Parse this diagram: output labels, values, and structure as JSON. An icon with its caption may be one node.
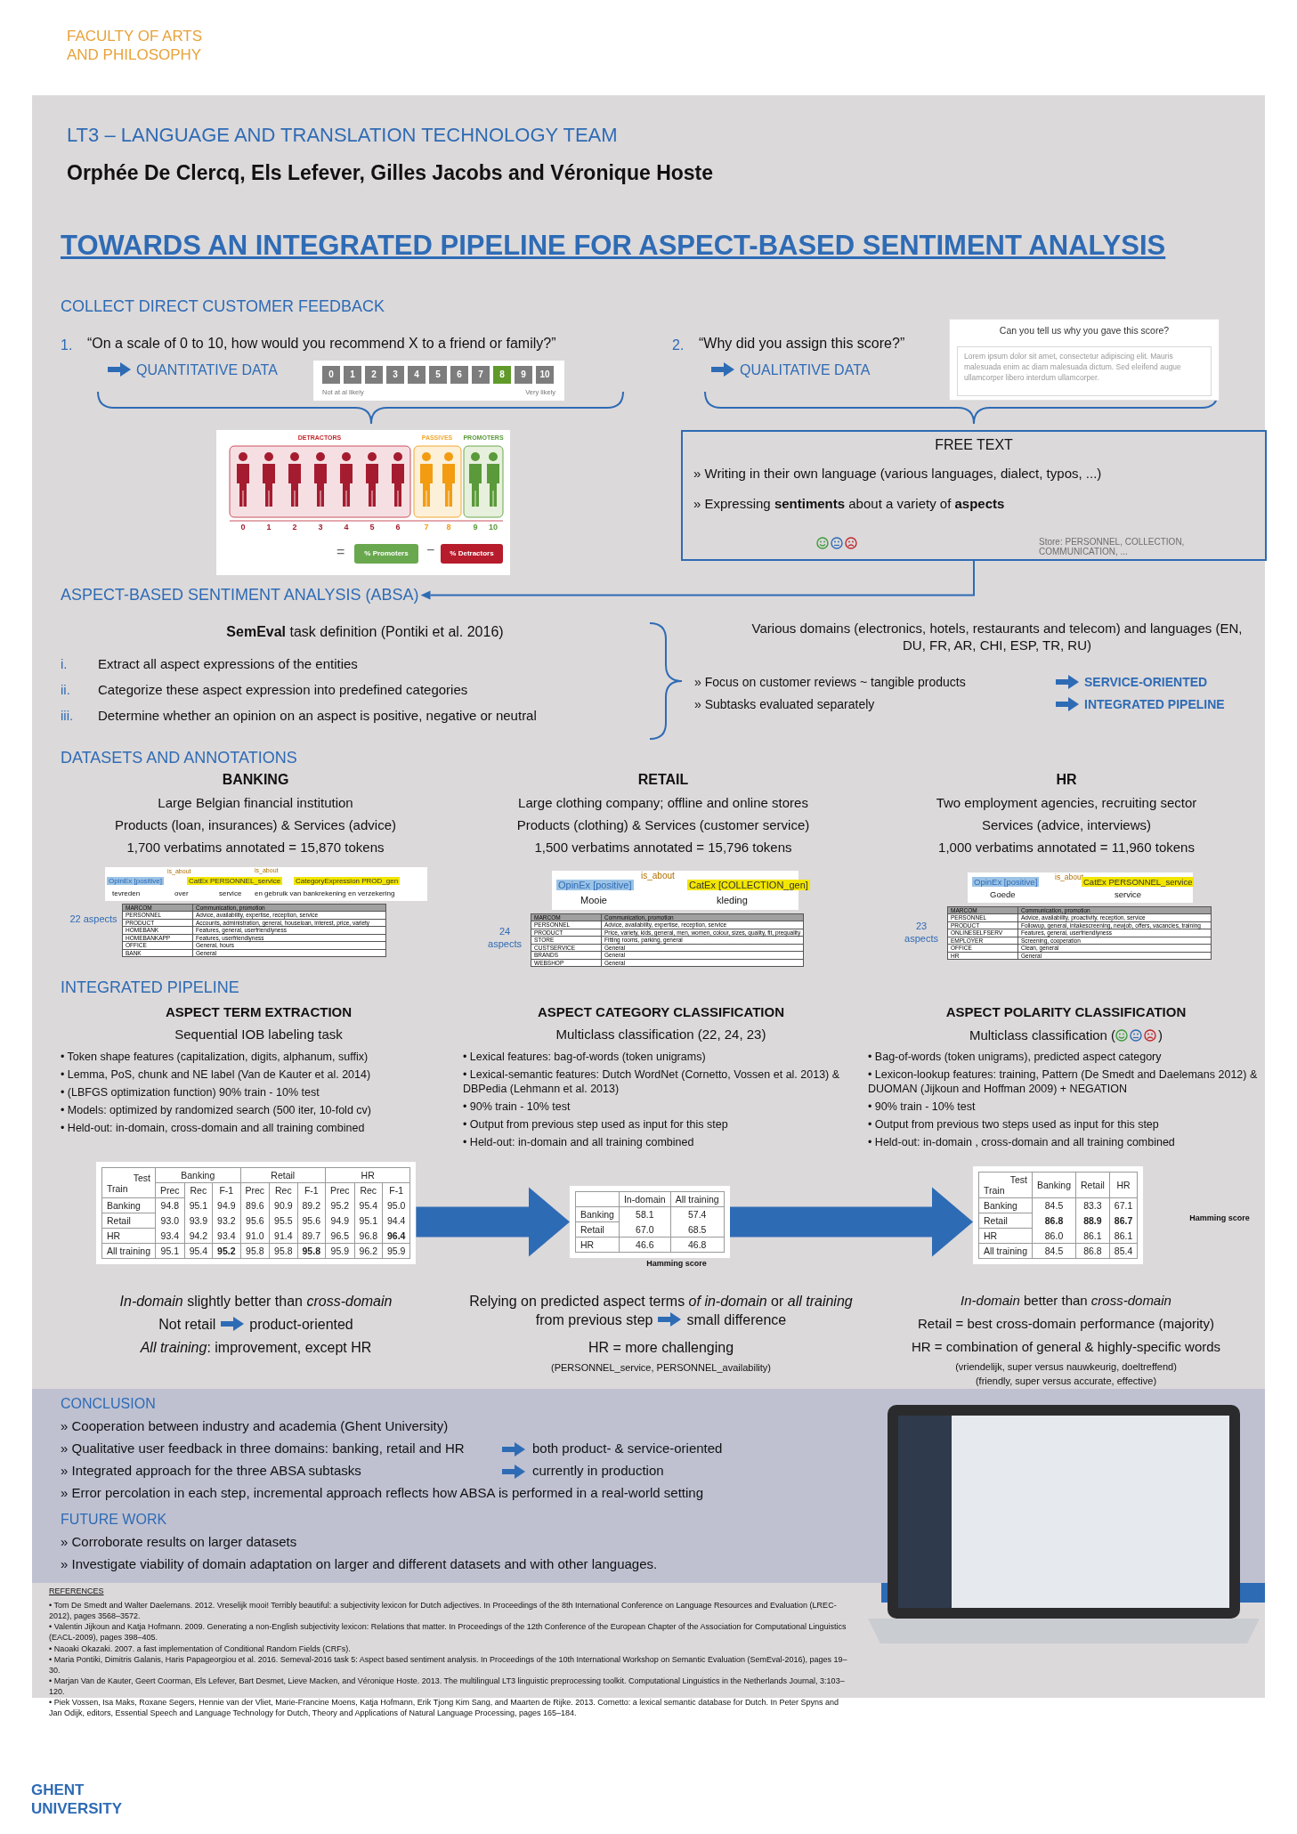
{
  "diagram": {
    "title": "TOWARDS AN INTEGRATED PIPELINE FOR ASPECT-BASED SENTIMENT ANALYSIS",
    "nodes": [
      {
        "text": [
          "0",
          "1",
          "2",
          "3",
          "4",
          "5",
          "6",
          "7",
          "8",
          "9",
          "10",
          "Not at al likely",
          "Very likely"
        ]
      },
      {
        "text": [
          "Can you tell us why you gave this score?"
        ]
      },
      {
        "text": [
          "Lorem ipsum dolor sit amet, consectetur adipiscing elit. Mauris malesuada enim ac diam malesuada dictum. Sed eleifend augue ullamcorper libero interdum ullamcorper."
        ],
        "in": 1
      },
      {
        "text": [
          "DETRACTORS",
          "PASSIVES",
          "PROMOTERS",
          "0",
          "1",
          "2",
          "3",
          "4",
          "5",
          "6",
          "7",
          "8",
          "9",
          "10",
          "=",
          "% Promoters",
          "−",
          "% Detractors"
        ]
      },
      {
        "text": [
          "FREE TEXT",
          "» Writing in their own language (various languages, dialect, typos, ...)",
          "» Expressing **sentiments** about a variety of **aspects**",
          "Store: PERSONNEL, COLLECTION, COMMUNICATION, ..."
        ]
      },
      {
        "text": [
          "ASPECT-BASED SENTIMENT ANALYSIS (ABSA)"
        ]
      },
      {
        "text": [
          "is_about",
          "is_about",
          "OpinEx [positive]",
          "CatEx PERSONNEL_service",
          "CategoryExpression PROD_gen",
          "tevreden",
          "over",
          "service",
          "en gebruik van bankrekening en verzekering"
        ]
      },
      {
        "text": [
          "MARCOM",
          "Communication, promotion",
          "PERSONNEL",
          "Advice, availability, expertise, reception, service",
          "PRODUCT",
          "Accounts, administration, general, houseloan, interest, price, variety",
          "HOMEBANK",
          "Features, general, userfriendlyness",
          "HOMEBANKAPP",
          "Features, userfriendlyness",
          "OFFICE",
          "General, hours",
          "BANK",
          "General"
        ]
      },
      {
        "text": [
          "is_about",
          "OpinEx [positive]",
          "CatEx [COLLECTION_gen]",
          "Mooie",
          "kleding"
        ]
      },
      {
        "text": [
          "MARCOM",
          "Communication, promotion",
          "PERSONNEL",
          "Advice, availability, expertise, reception, service",
          "PRODUCT",
          "Price, variety, kids, general, men, women, colour, sizes, quality, fit, prequality",
          "STORE",
          "Fitting rooms, parking, general",
          "CUSTSERVICE",
          "General",
          "BRANDS",
          "General",
          "WEBSHOP",
          "General"
        ]
      },
      {
        "text": [
          "is_about",
          "OpinEx [positive]",
          "CatEx PERSONNEL_service",
          "Goede",
          "service"
        ]
      },
      {
        "text": [
          "MARCOM",
          "Communication, promotion",
          "PERSONNEL",
          "Advice, availability, proactivity, reception, service",
          "PRODUCT",
          "Followup, general, intakescreening, newjob, offers, vacancies, training",
          "ONLINESELFSERV",
          "Features, general, userfriendlyness",
          "EMPLOYER",
          "Screening, cooperation",
          "OFFICE",
          "Clean, general",
          "HR",
          "General"
        ]
      },
      {
        "text": [
          "Test",
          "Train",
          "Banking",
          "Retail",
          "HR",
          "Prec",
          "Rec",
          "F-1",
          "Prec",
          "Rec",
          "F-1",
          "Prec",
          "Rec",
          "F-1",
          "Banking",
          "94.8",
          "95.1",
          "94.9",
          "89.6",
          "90.9",
          "89.2",
          "95.2",
          "95.4",
          "95.0",
          "Retail",
          "93.0",
          "93.9",
          "93.2",
          "95.6",
          "95.5",
          "95.6",
          "94.9",
          "95.1",
          "94.4",
          "HR",
          "93.4",
          "94.2",
          "93.4",
          "91.0",
          "91.4",
          "89.7",
          "96.5",
          "96.8",
          "**96.4**",
          "All training",
          "95.1",
          "95.4",
          "**95.2**",
          "95.8",
          "95.8",
          "**95.8**",
          "95.9",
          "96.2",
          "95.9"
        ]
      },
      {
        "text": [
          "In-domain",
          "All training",
          "Banking",
          "58.1",
          "57.4",
          "Retail",
          "67.0",
          "68.5",
          "HR",
          "46.6",
          "46.8"
        ]
      },
      {
        "text": [
          "Test",
          "Train",
          "Banking",
          "Retail",
          "HR",
          "Banking",
          "84.5",
          "83.3",
          "67.1",
          "Retail",
          "**86.8**",
          "**88.9**",
          "**86.7**",
          "HR",
          "86.0",
          "86.1",
          "86.1",
          "All training",
          "84.5",
          "86.8",
          "85.4"
        ]
      },
      {
        "text": [
          "CONCLUSION",
          "» Cooperation between industry and academia (Ghent University)",
          "» Qualitative user feedback in three domains: banking, retail and HR",
          "both product- & service-oriented",
          "» Integrated approach for the three ABSA subtasks",
          "currently in production",
          "» Error percolation in each step, incremental approach reflects how ABSA is performed in a real-world setting",
          "FUTURE WORK",
          "» Corroborate results on larger datasets",
          "» Investigate viability of domain adaptation on larger and different datasets and with other languages."
        ]
      },
      {
        "text": [],
        "shape": "picture"
      }
    ],
    "edges": [
      {
        "from": 4,
        "to": 5,
        "arrow": "to"
      },
      {
        "from": 12,
        "to": 13,
        "arrow": "to"
      },
      {
        "from": 13,
        "to": 14,
        "arrow": "to"
      }
    ],
    "labels": [
      "FACULTY OF ARTS AND PHILOSOPHY",
      "LT3 – LANGUAGE AND TRANSLATION TECHNOLOGY TEAM",
      "Orphée De Clercq, Els Lefever, Gilles Jacobs and Véronique Hoste",
      "COLLECT DIRECT CUSTOMER FEEDBACK",
      "1.",
      "“On a scale of 0 to 10, how would you recommend X to a friend or family?”",
      "QUANTITATIVE DATA",
      "2.",
      "“Why did you assign this score?”",
      "QUALITATIVE DATA",
      "**SemEval** task definition (Pontiki et al. 2016)",
      "i.",
      "Extract all aspect expressions of the entities",
      "ii.",
      "Categorize these aspect expression into predefined categories",
      "iii.",
      "Determine whether an opinion on an aspect is positive, negative or neutral",
      "Various domains (electronics, hotels, restaurants and telecom) and languages (EN, DU, FR, AR, CHI, ESP, TR, RU)",
      "» Focus on customer reviews ~ tangible products",
      "SERVICE-ORIENTED",
      "» Subtasks evaluated separately",
      "INTEGRATED PIPELINE",
      "DATASETS AND ANNOTATIONS",
      "BANKING",
      "Large Belgian financial institution",
      "Products (loan, insurances) & Services (advice)",
      "1,700 verbatims annotated = 15,870 tokens",
      "RETAIL",
      "Large clothing company; offline and online stores",
      "Products (clothing) & Services (customer service)",
      "1,500 verbatims annotated = 15,796 tokens",
      "HR",
      "Two employment agencies, recruiting sector",
      "Services (advice, interviews)",
      "1,000 verbatims annotated = 11,960 tokens",
      "22 aspects",
      "24 aspects",
      "23 aspects",
      "INTEGRATED PIPELINE",
      "ASPECT TERM EXTRACTION",
      "Sequential IOB labeling task",
      "• Token shape features (capitalization, digits, alphanum, suffix)",
      "• Lemma, PoS, chunk and NE label (Van de Kauter et al. 2014)",
      "• (LBFGS optimization function) 90% train - 10% test",
      "• Models: optimized by randomized search (500 iter, 10-fold cv)",
      "• Held-out: in-domain, cross-domain and all training combined",
      "ASPECT CATEGORY CLASSIFICATION",
      "Multiclass classification (22, 24, 23)",
      "• Lexical features: bag-of-words (token unigrams)",
      "• Lexical-semantic features: Dutch WordNet (Cornetto, Vossen et al. 2013) & DBPedia (Lehmann et al. 2013)",
      "• 90% train - 10% test",
      "• Output from previous step used as input for this step",
      "• Held-out: in-domain and all training combined",
      "ASPECT POLARITY CLASSIFICATION",
      "Multiclass classification (",
      ")",
      "• Bag-of-words (token unigrams), predicted aspect category",
      "• Lexicon-lookup features: training, Pattern (De Smedt and Daelemans 2012) & DUOMAN (Jijkoun and Hoffman 2009) + NEGATION",
      "• 90% train - 10% test",
      "• Output from previous two steps used as input for this step",
      "• Held-out: in-domain , cross-domain and all training combined",
      "Hamming score",
      "Hamming score",
      "*In-domain* slightly better than *cross-domain*",
      "Not retail",
      "product-oriented",
      "*All training*: improvement, except HR",
      "Relying on predicted aspect terms *of in-domain* or *all training* from previous step",
      "small difference",
      "HR = more challenging",
      "(PERSONNEL_service, PERSONNEL_availability)",
      "*In-domain* better than *cross-domain*",
      "Retail = best cross-domain performance (majority)",
      "HR = combination of general & highly-specific words",
      "(vriendelijk, super versus nauwkeurig, doeltreffend)",
      "(friendly, super versus accurate, effective)",
      "REFERENCES",
      "• Tom De Smedt and Walter Daelemans. 2012. Vreselijk mooi! Terribly beautiful: a subjectivity lexicon for Dutch adjectives. In Proceedings of the 8th International Conference on Language Resources and Evaluation (LREC-2012), pages 3568–3572.",
      "• Valentin Jijkoun and Katja Hofmann. 2009. Generating a non-English subjectivity lexicon: Relations that matter. In Proceedings of the 12th Conference of the European Chapter of the Association for Computational Linguistics (EACL-2009), pages 398–405.",
      "• Naoaki Okazaki. 2007. a fast implementation of Conditional Random Fields (CRFs).",
      "• Maria Pontiki, Dimitris Galanis, Haris Papageorgiou et al. 2016. Semeval-2016 task 5: Aspect based sentiment analysis. In Proceedings of the 10th International Workshop on Semantic Evaluation (SemEval-2016), pages 19–30.",
      "• Marjan Van de Kauter, Geert Coorman, Els Lefever, Bart Desmet, Lieve Macken, and Véronique Hoste. 2013. The multilingual LT3 linguistic preprocessing toolkit. Computational Linguistics in the Netherlands Journal, 3:103–120.",
      "• Piek Vossen, Isa Maks, Roxane Segers, Hennie van der Vliet, Marie-Francine Moens, Katja Hofmann, Erik Tjong Kim Sang, and Maarten de Rijke. 2013. Cornetto: a lexical semantic database for Dutch. In Peter Spyns and Jan Odijk, editors, Essential Speech and Language Technology for Dutch, Theory and Applications of Natural Language Processing, pages 165–184.",
      "GHENT UNIVERSITY"
    ]
  }
}
